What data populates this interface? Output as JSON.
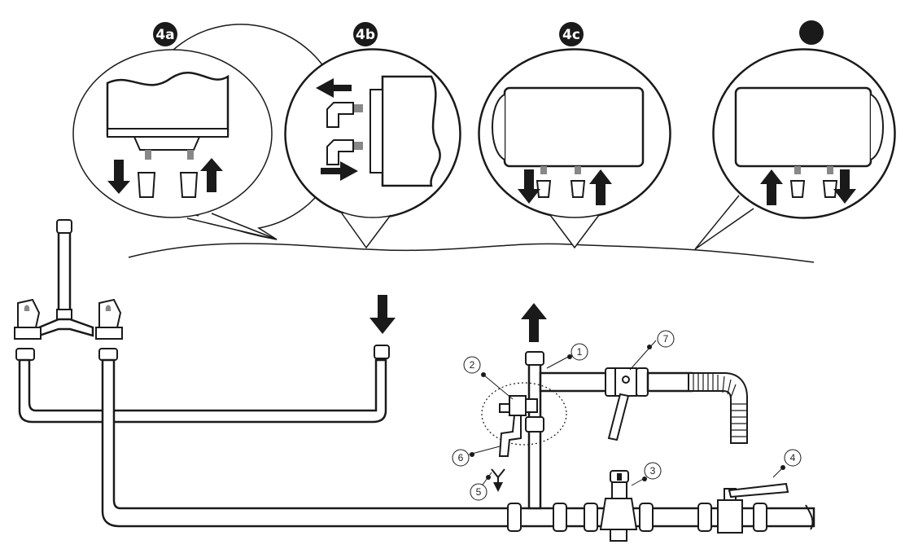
{
  "colors": {
    "ink": "#1a1a1a",
    "paper": "#ffffff",
    "badge": "#1a1a1a"
  },
  "panels": [
    {
      "id": "4a",
      "badge": "4a",
      "icon": "heater-bottom-connections-icon"
    },
    {
      "id": "4b",
      "badge": "4b",
      "icon": "heater-side-connections-icon"
    },
    {
      "id": "4c",
      "badge": "4c",
      "icon": "horizontal-heater-left-icon"
    },
    {
      "id": "4d",
      "badge": "",
      "icon": "horizontal-heater-right-icon"
    }
  ],
  "callouts": {
    "c1": "1",
    "c2": "2",
    "c3": "3",
    "c4": "4",
    "c5": "5",
    "c6": "6",
    "c7": "7"
  },
  "icons": {
    "faucet": "mixer-tap-icon",
    "hot_in": "hot-water-inlet-arrow-icon",
    "cold_out": "cold-water-outlet-arrow-icon",
    "safety_valve": "safety-valve-icon",
    "ball_valve": "ball-valve-icon",
    "reducer": "pressure-reducer-icon",
    "flex_hose": "flexible-hose-icon",
    "drain": "drain-funnel-icon"
  }
}
